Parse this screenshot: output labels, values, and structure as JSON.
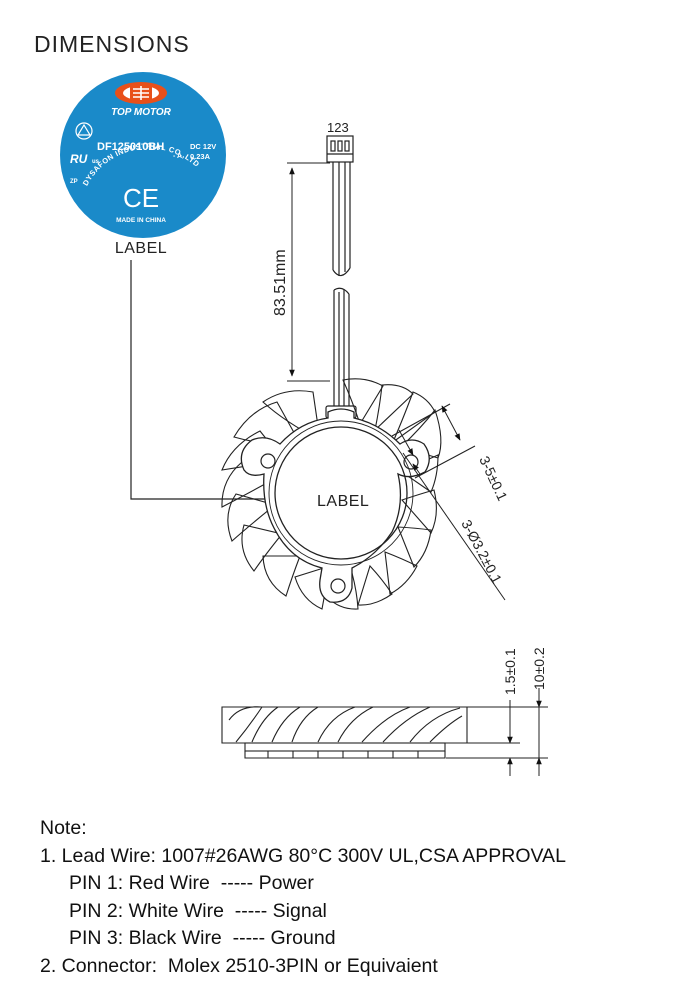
{
  "header": {
    "title": "DIMENSIONS"
  },
  "label_sticker": {
    "brand": "TOP MOTOR",
    "model": "DF125010BH",
    "suffix": "- A",
    "voltage": "DC 12V",
    "current": "0.23A",
    "company": "DYSAFON INDUSTRIAL CO.,LTD",
    "made_in": "MADE IN CHINA",
    "ce_mark": "CE",
    "ul_mark": "us",
    "zp": "ZP",
    "caption": "LABEL",
    "colors": {
      "disc": "#1a8ac9",
      "logo": "#e8501a",
      "text": "#ffffff"
    }
  },
  "front_view": {
    "connector_pins": "123",
    "lead_length": "83.51mm",
    "hub_label": "LABEL",
    "slot_dimension": "3-5±0.1",
    "hole_dimension": "3-Ø3.2±0.1"
  },
  "side_view": {
    "hub_height": "1.5±0.1",
    "total_height": "10±0.2"
  },
  "notes": {
    "heading": "Note:",
    "item1": "1. Lead Wire: 1007#26AWG 80°C 300V UL,CSA APPROVAL",
    "pin1": "PIN 1: Red Wire  ----- Power",
    "pin2": "PIN 2: White Wire  ----- Signal",
    "pin3": "PIN 3: Black Wire  ----- Ground",
    "item2": "2. Connector:  Molex 2510-3PIN or Equivaient"
  }
}
